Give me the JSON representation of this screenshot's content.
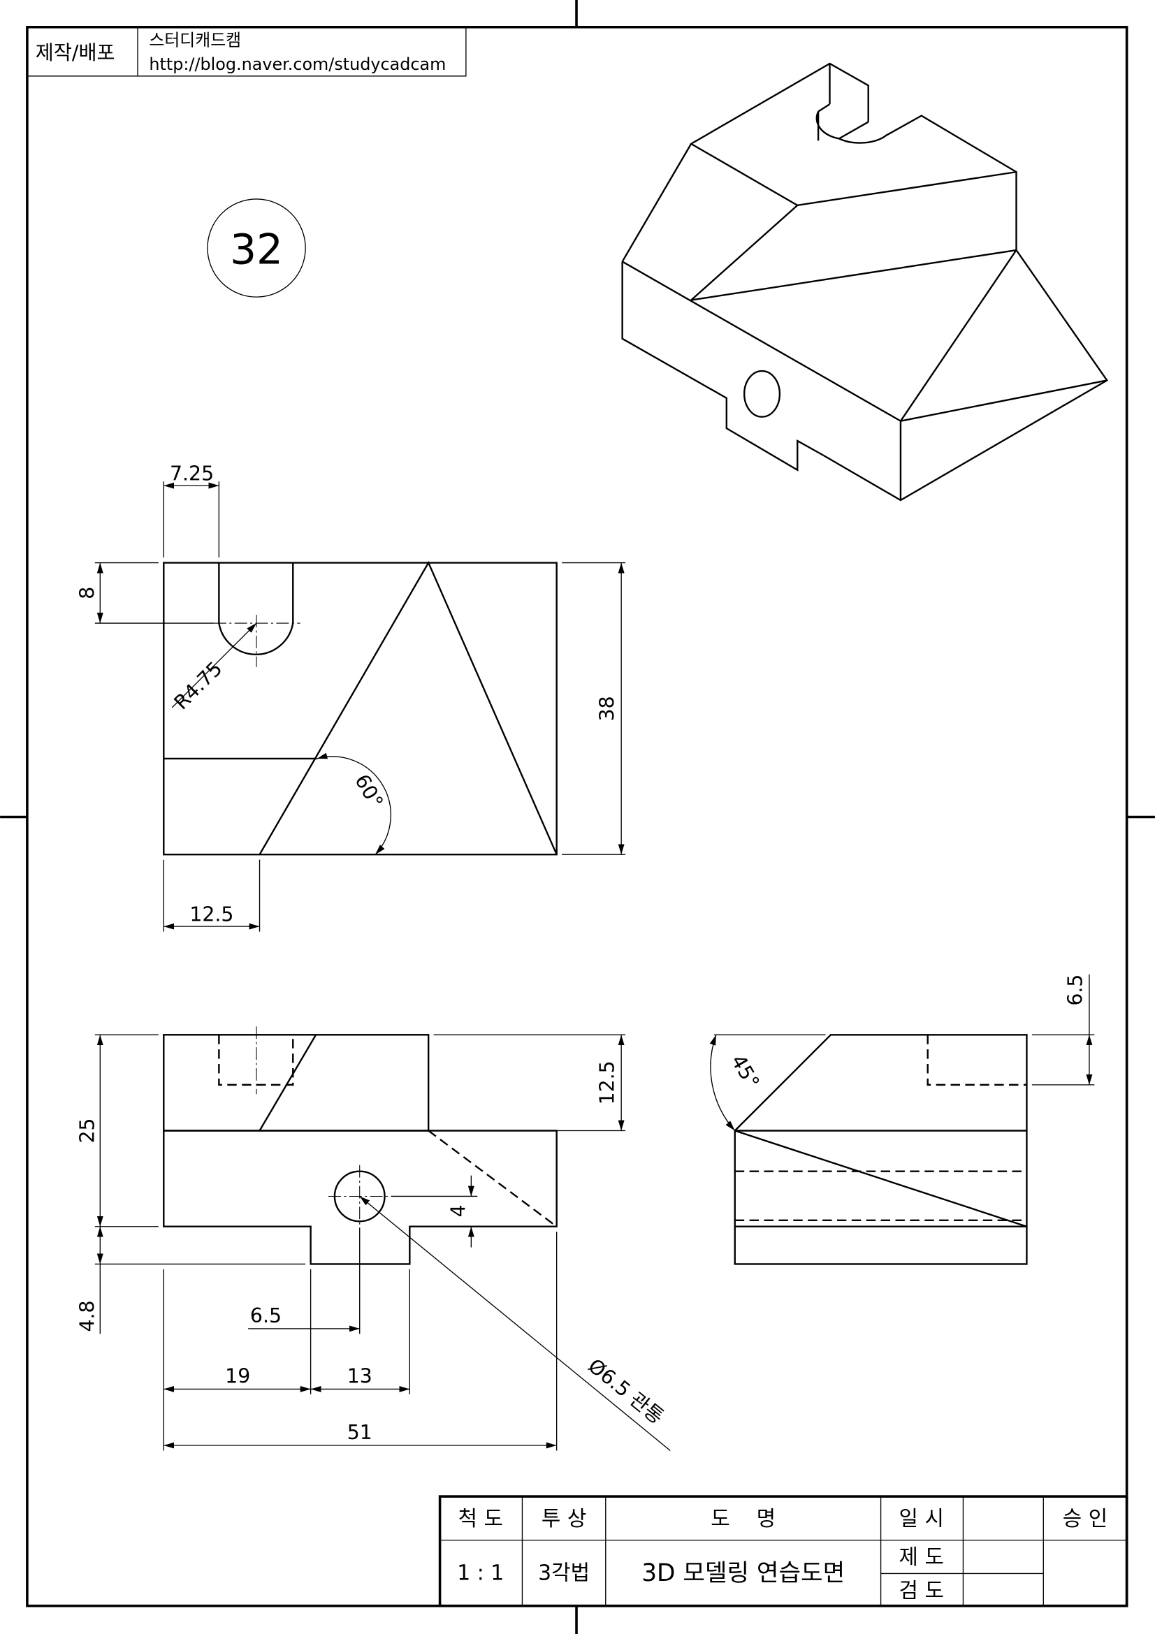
{
  "header": {
    "label": "제작/배포",
    "author": "스터디캐드캠",
    "url": "http://blog.naver.com/studycadcam"
  },
  "drawing_number": "32",
  "dimensions": {
    "top_slot_width": "7.25",
    "top_slot_depth": "8",
    "slot_radius": "R4.75",
    "angle_60": "60°",
    "height_38": "38",
    "offset_12_5": "12.5",
    "front_height_25": "25",
    "front_upper_12_5": "12.5",
    "front_4_8": "4.8",
    "hole_offset_4": "4",
    "hole_x_6_5": "6.5",
    "dim_19": "19",
    "dim_13": "13",
    "width_51": "51",
    "hole_callout": "Ø6.5 관통",
    "side_6_5": "6.5",
    "angle_45": "45°"
  },
  "title_block": {
    "scale_label": "척 도",
    "projection_label": "투 상",
    "title_label": "도    명",
    "date_label": "일 시",
    "approval_label": "승 인",
    "scale_value": "1 : 1",
    "projection_value": "3각법",
    "title_value": "3D 모델링 연습도면",
    "drafted_label": "제 도",
    "checked_label": "검 도"
  }
}
